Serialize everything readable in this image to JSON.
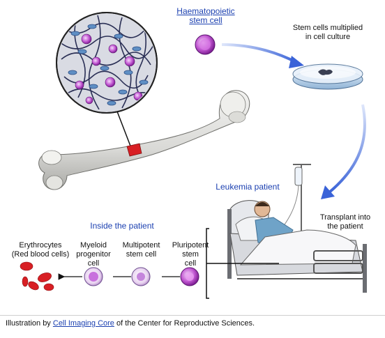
{
  "labels": {
    "hsc_line1": "Haematopoietic",
    "hsc_line2": "stem cell",
    "culture_line1": "Stem cells multiplied",
    "culture_line2": "in cell culture",
    "leukemia": "Leukemia patient",
    "transplant_line1": "Transplant into",
    "transplant_line2": "the patient",
    "inside": "Inside the patient",
    "pluri_line1": "Pluripotent",
    "pluri_line2": "stem",
    "pluri_line3": "cell",
    "multi_line1": "Multipotent",
    "multi_line2": "stem cell",
    "myeloid_line1": "Myeloid",
    "myeloid_line2": "progenitor",
    "myeloid_line3": "cell",
    "ery_line1": "Erythrocytes",
    "ery_line2": "(Red blood cells)"
  },
  "caption": {
    "prefix": "Illustration by",
    "link": "Cell Imaging Core",
    "suffix": "of the Center for Reproductive Sciences."
  },
  "colors": {
    "label_blue": "#1a3fb0",
    "arrow_blue": "#3a63d8",
    "cell_purple": "#b23fc4",
    "erythrocyte_red": "#d81f24"
  }
}
